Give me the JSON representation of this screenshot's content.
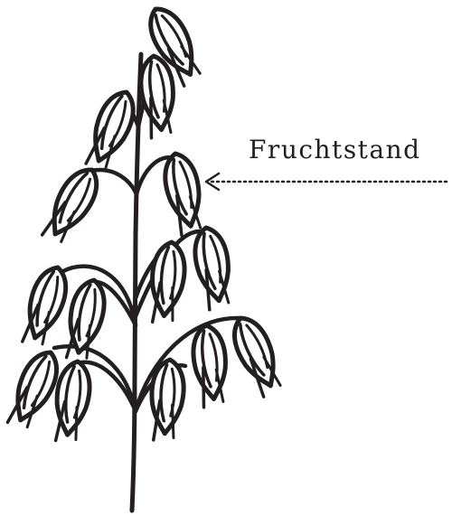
{
  "diagram": {
    "subject": "oat-plant",
    "callout": {
      "label": "Fruchtstand",
      "target": "panicle"
    },
    "colors": {
      "ink": "#231f20",
      "background": "#ffffff"
    }
  }
}
